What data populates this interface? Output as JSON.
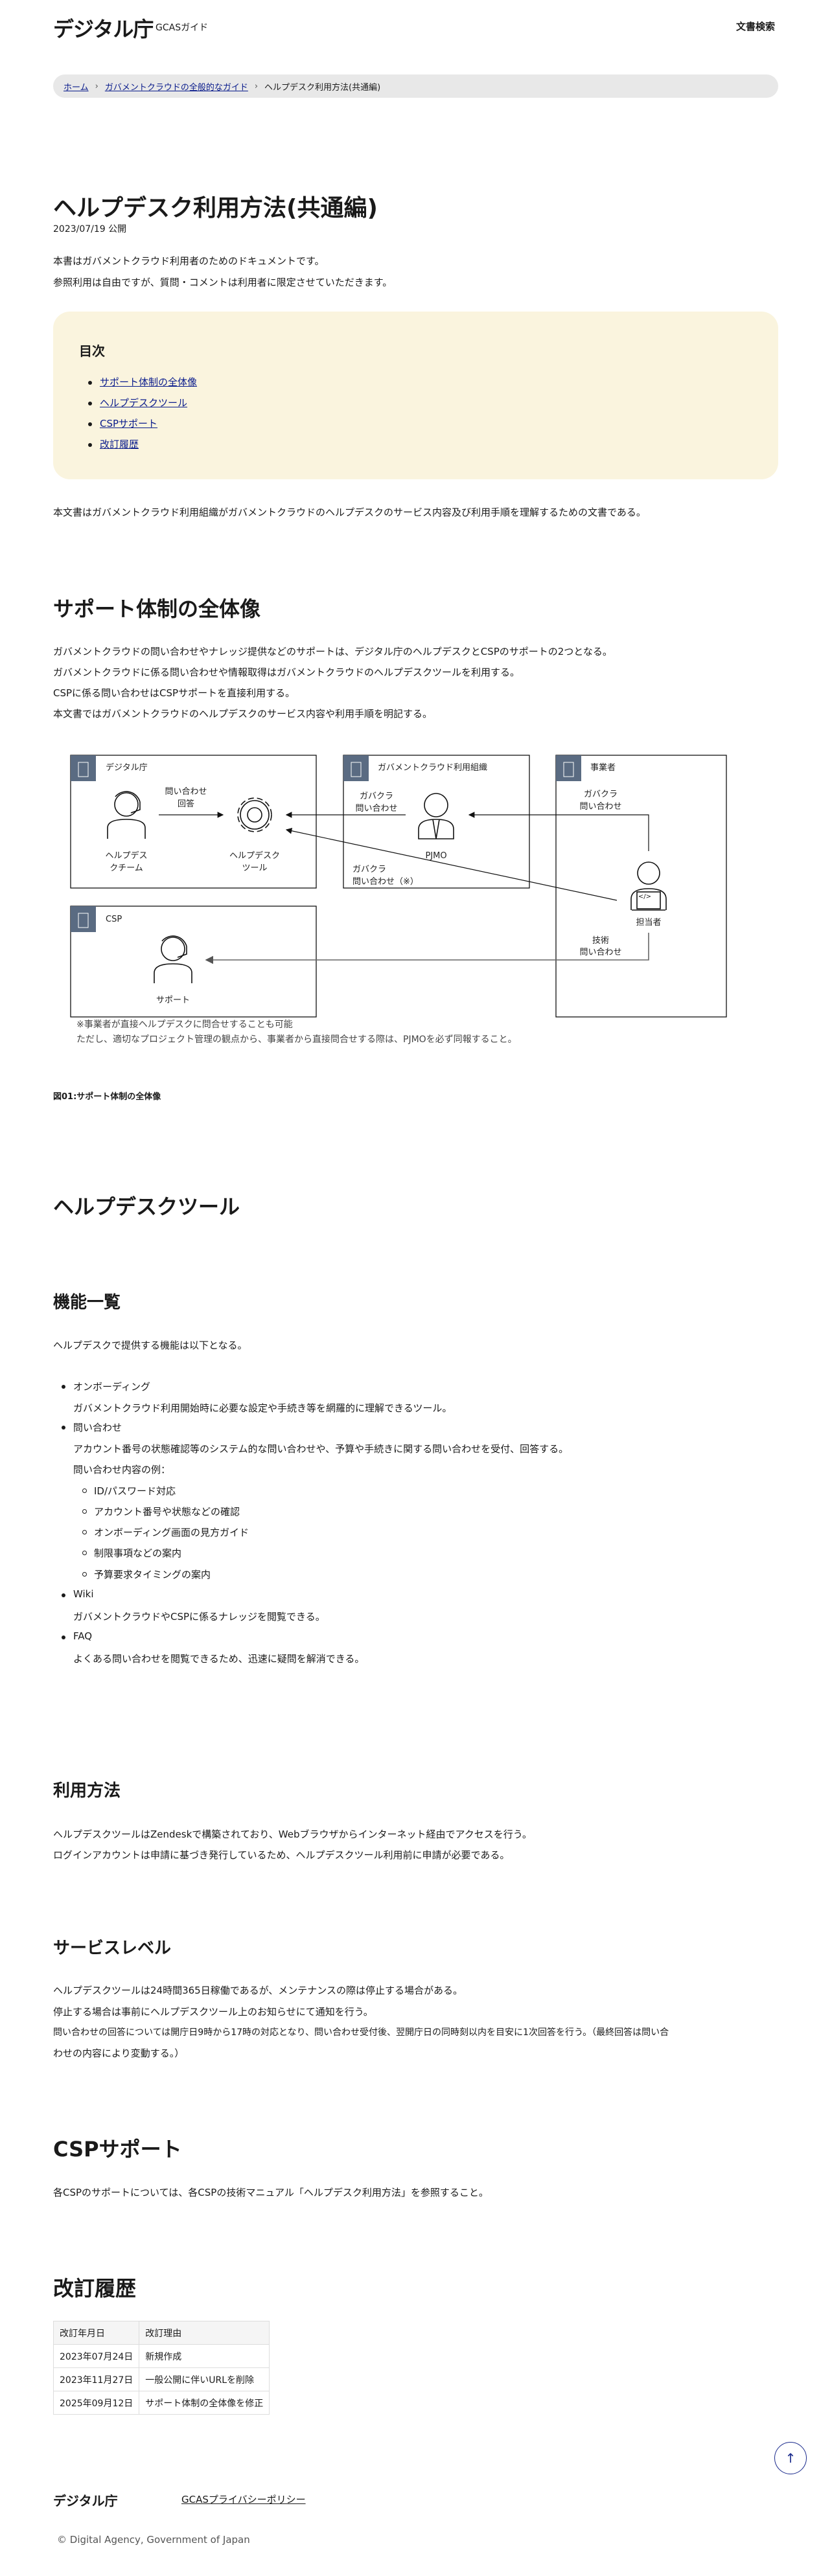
{
  "header": {
    "logo": "デジタル庁",
    "logo_sub": "GCASガイド",
    "search": "文書検索"
  },
  "breadcrumb": {
    "home": "ホーム",
    "parent": "ガバメントクラウドの全般的なガイド",
    "current": "ヘルプデスク利用方法(共通編)",
    "sep": "›"
  },
  "page": {
    "title": "ヘルプデスク利用方法(共通編)",
    "date": "2023/07/19 公開",
    "intro": [
      "本書はガバメントクラウド利用者のためのドキュメントです。",
      "参照利用は自由ですが、質問・コメントは利用者に限定させていただきます。"
    ]
  },
  "toc": {
    "title": "目次",
    "items": [
      "サポート体制の全体像",
      "ヘルプデスクツール",
      "CSPサポート",
      "改訂履歴"
    ]
  },
  "purpose": "本文書はガバメントクラウド利用組織がガバメントクラウドのヘルプデスクのサービス内容及び利用手順を理解するための文書である。",
  "support": {
    "heading": "サポート体制の全体像",
    "paras": [
      "ガバメントクラウドの問い合わせやナレッジ提供などのサポートは、デジタル庁のヘルプデスクとCSPのサポートの2つとなる。",
      "ガバメントクラウドに係る問い合わせや情報取得はガバメントクラウドのヘルプデスクツールを利用する。",
      "CSPに係る問い合わせはCSPサポートを直接利用する。",
      "本文書ではガバメントクラウドのヘルプデスクのサービス内容や利用手順を明記する。"
    ],
    "caption": "図01:サポート体制の全体像"
  },
  "diagram": {
    "box_da": "デジタル庁",
    "box_gc": "ガバメントクラウド利用組織",
    "box_vendor": "事業者",
    "box_csp": "CSP",
    "hd_team": [
      "ヘルプデス",
      "クチーム"
    ],
    "hd_tool": [
      "ヘルプデスク",
      "ツール"
    ],
    "inq_answer": [
      "問い合わせ",
      "回答"
    ],
    "gc_inq": [
      "ガバクラ",
      "問い合わせ"
    ],
    "gc_inq_note": [
      "ガバクラ",
      "問い合わせ（※）"
    ],
    "pjmo": "PJMO",
    "vendor_inq": [
      "ガバクラ",
      "問い合わせ"
    ],
    "staff": "担当者",
    "tech_inq": [
      "技術",
      "問い合わせ"
    ],
    "csp_support": "サポート",
    "note": [
      "※事業者が直接ヘルプデスクに問合せすることも可能",
      "ただし、適切なプロジェクト管理の観点から、事業者から直接問合せする際は、PJMOを必ず同報すること。"
    ]
  },
  "tool": {
    "heading": "ヘルプデスクツール",
    "features_heading": "機能一覧",
    "features_intro": "ヘルプデスクで提供する機能は以下となる。",
    "features": [
      {
        "name": "オンボーディング",
        "desc": "ガバメントクラウド利用開始時に必要な設定や手続き等を網羅的に理解できるツール。"
      },
      {
        "name": "問い合わせ",
        "desc": "アカウント番号の状態確認等のシステム的な問い合わせや、予算や手続きに関する問い合わせを受付、回答する。",
        "examples_label": "問い合わせ内容の例：",
        "examples": [
          "ID/パスワード対応",
          "アカウント番号や状態などの確認",
          "オンボーディング画面の見方ガイド",
          "制限事項などの案内",
          "予算要求タイミングの案内"
        ]
      },
      {
        "name": "Wiki",
        "desc": "ガバメントクラウドやCSPに係るナレッジを閲覧できる。"
      },
      {
        "name": "FAQ",
        "desc": "よくある問い合わせを閲覧できるため、迅速に疑問を解消できる。"
      }
    ],
    "usage_heading": "利用方法",
    "usage": [
      "ヘルプデスクツールはZendeskで構築されており、Webブラウザからインターネット経由でアクセスを行う。",
      "ログインアカウントは申請に基づき発行しているため、ヘルプデスクツール利用前に申請が必要である。"
    ],
    "sla_heading": "サービスレベル",
    "sla": [
      "ヘルプデスクツールは24時間365日稼働であるが、メンテナンスの際は停止する場合がある。",
      "停止する場合は事前にヘルプデスクツール上のお知らせにて通知を行う。",
      "問い合わせの回答については開庁日9時から17時の対応となり、問い合わせ受付後、翌開庁日の同時刻以内を目安に1次回答を行う。（最終回答は問い合",
      "わせの内容により変動する。）"
    ]
  },
  "csp": {
    "heading": "CSPサポート",
    "text": "各CSPのサポートについては、各CSPの技術マニュアル「ヘルプデスク利用方法」を参照すること。"
  },
  "history": {
    "heading": "改訂履歴",
    "columns": [
      "改訂年月日",
      "改訂理由"
    ],
    "rows": [
      [
        "2023年07月24日",
        "新規作成"
      ],
      [
        "2023年11月27日",
        "一般公開に伴いURLを削除"
      ],
      [
        "2025年09月12日",
        "サポート体制の全体像を修正"
      ]
    ]
  },
  "footer": {
    "logo": "デジタル庁",
    "privacy": "GCASプライバシーポリシー",
    "copyright": "© Digital Agency, Government of Japan",
    "to_top": "↑"
  }
}
